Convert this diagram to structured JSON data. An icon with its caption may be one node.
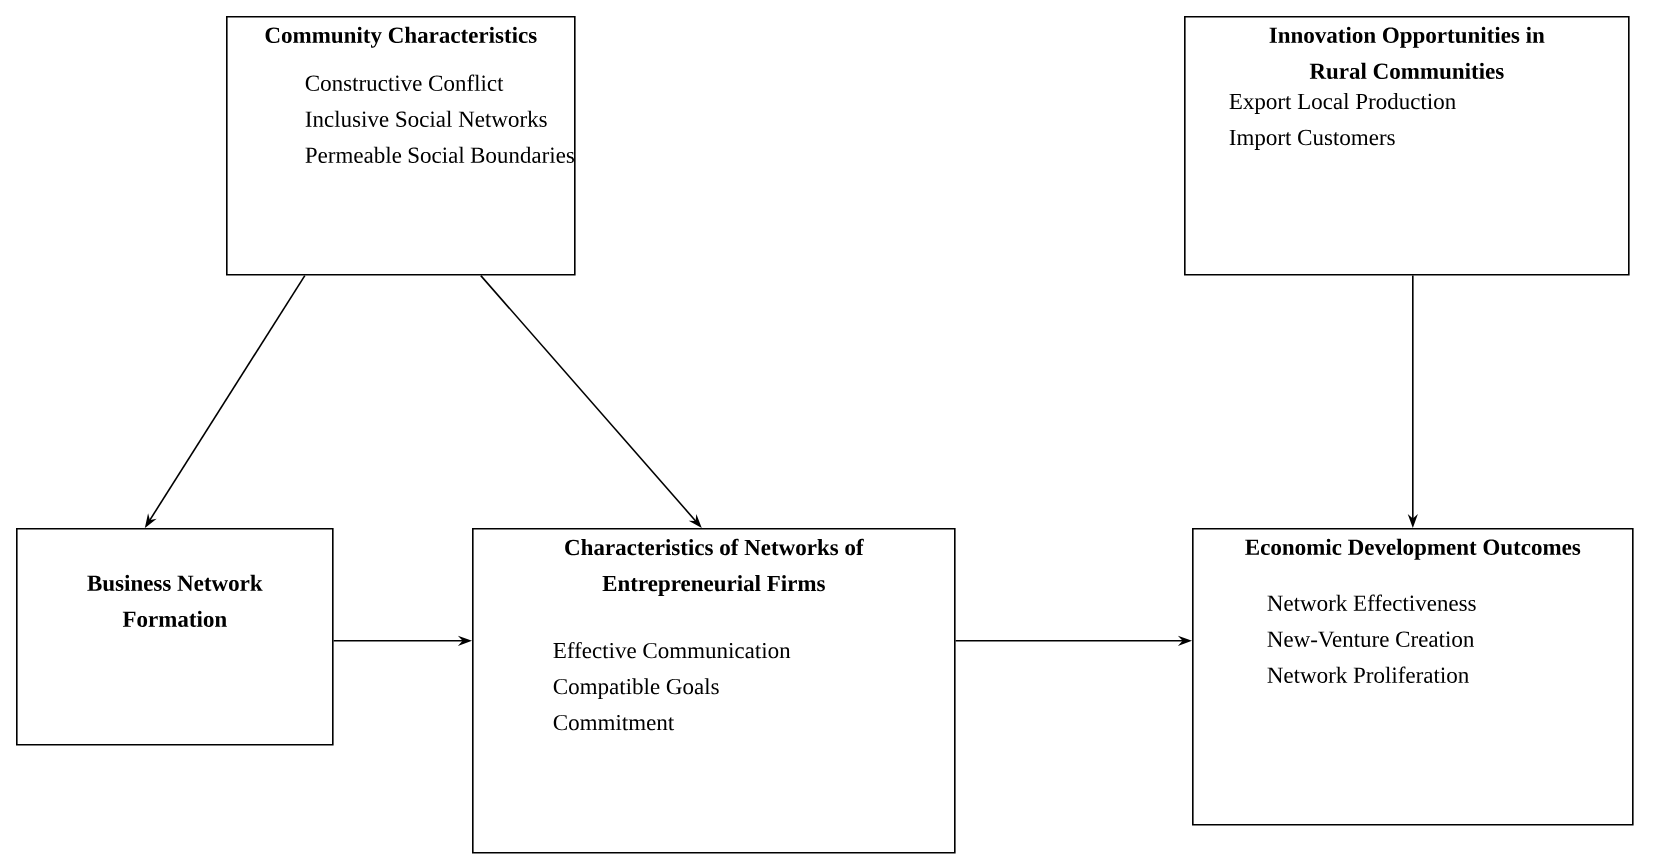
{
  "diagram": {
    "nodes": [
      {
        "text": [
          "Community Characteristics",
          "Constructive Conflict",
          "Inclusive Social Networks",
          "Permeable Social Boundaries"
        ]
      },
      {
        "text": [
          "Innovation Opportunities in Rural Communities",
          "Export Local Production",
          "Import Customers"
        ]
      },
      {
        "text": [
          "Business Network Formation"
        ]
      },
      {
        "text": [
          "Characteristics of Networks of Entrepreneurial Firms",
          "Effective Communication",
          "Compatible Goals",
          "Commitment"
        ]
      },
      {
        "text": [
          "Economic Development Outcomes",
          "Network Effectiveness",
          "New-Venture Creation",
          "Network Proliferation"
        ]
      }
    ],
    "edges": [
      {
        "from": 0,
        "to": 2,
        "arrow": "to"
      },
      {
        "from": 0,
        "to": 3,
        "arrow": "to"
      },
      {
        "from": 1,
        "to": 4,
        "arrow": "to"
      },
      {
        "from": 2,
        "to": 3,
        "arrow": "to"
      },
      {
        "from": 3,
        "to": 4,
        "arrow": "to"
      }
    ]
  }
}
